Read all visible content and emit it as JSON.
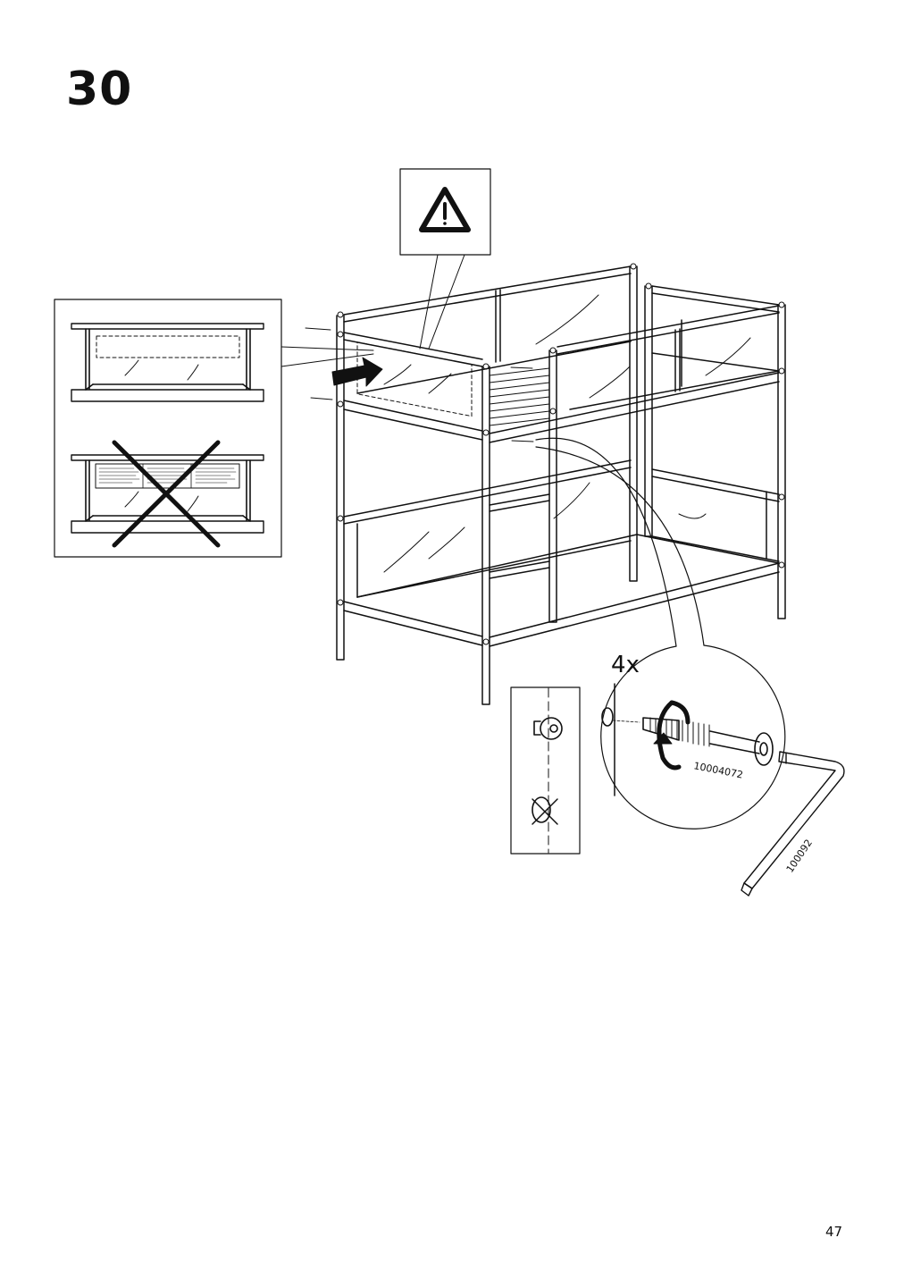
{
  "page": {
    "step_number": "30",
    "page_number": "47"
  },
  "illustration": {
    "quantity_label": "4x",
    "screw_part_number": "10004072",
    "allen_key_part_number": "100092",
    "icons": [
      "warning-triangle-icon",
      "push-arrow-icon",
      "cross-mark-icon",
      "rotate-arrow-icon"
    ]
  }
}
